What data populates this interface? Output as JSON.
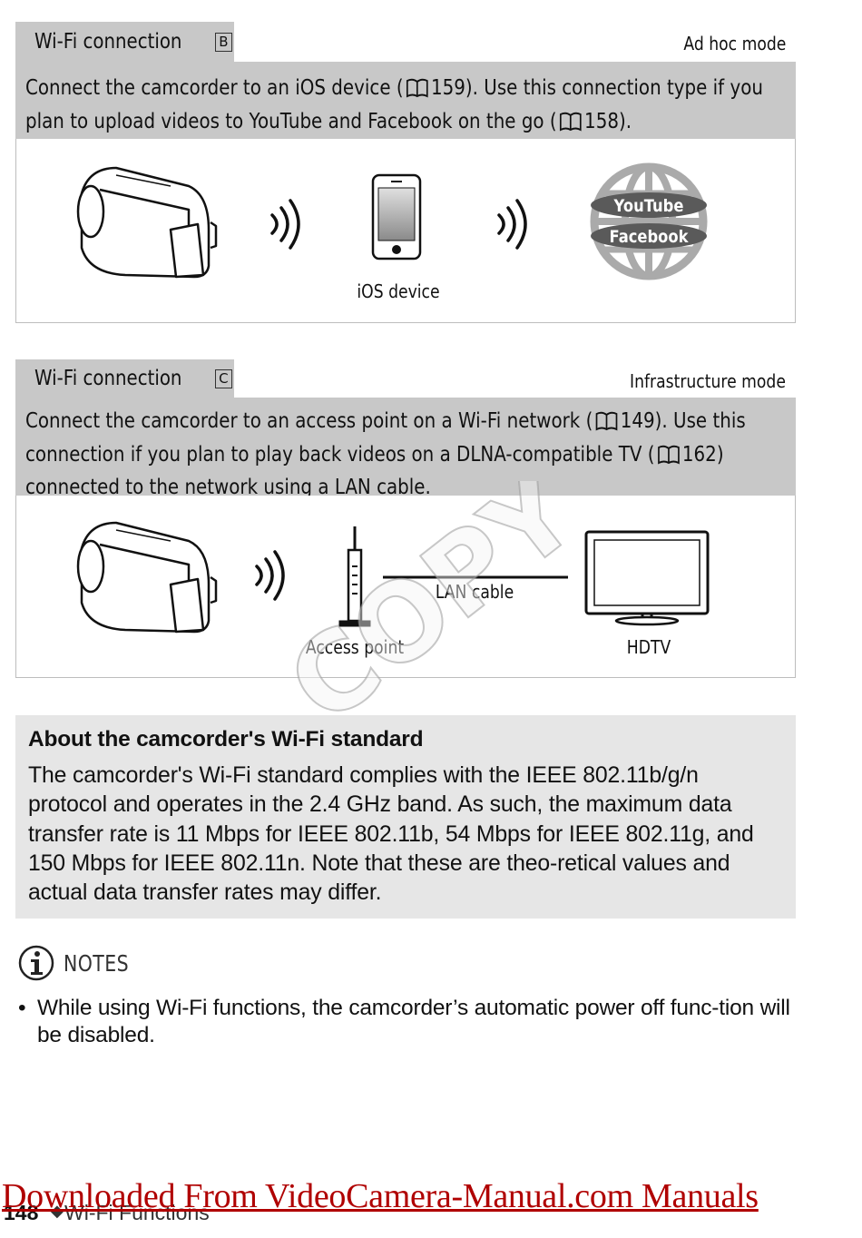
{
  "block_b": {
    "tab_label": "Wi-Fi connection",
    "tab_letter": "B",
    "mode": "Ad hoc mode",
    "desc_part1": "Connect the camcorder to an iOS device (",
    "ref1": "159",
    "desc_part2": "). Use this connection type if you plan to upload videos to YouTube and Facebook on the go (",
    "ref2": "158",
    "desc_part3": ").",
    "device_label": "iOS device",
    "globe_label_1": "YouTube",
    "globe_label_2": "Facebook"
  },
  "block_c": {
    "tab_label": "Wi-Fi connection",
    "tab_letter": "C",
    "mode": "Infrastructure mode",
    "desc_part1": "Connect the camcorder to an access point on a Wi-Fi network (",
    "ref1": "149",
    "desc_part2": "). Use this connection if you plan to play back videos on a DLNA-compatible TV (",
    "ref2": "162",
    "desc_part3": ") connected to the network using a LAN cable.",
    "cable_label": "LAN cable",
    "ap_label": "Access point",
    "tv_label": "HDTV"
  },
  "about": {
    "title": "About the camcorder's Wi-Fi standard",
    "body": "The camcorder's Wi-Fi standard complies with the IEEE 802.11b/g/n protocol and operates in the 2.4 GHz band. As such, the maximum data transfer rate is 11 Mbps for IEEE 802.11b, 54 Mbps for IEEE 802.11g, and 150 Mbps for IEEE 802.11n. Note that these are theo-retical values and actual data transfer rates may differ."
  },
  "notes": {
    "title": "NOTES",
    "bullet": "•",
    "items": [
      "While using Wi-Fi functions, the camcorder’s automatic power off func-tion will be disabled."
    ]
  },
  "footer": {
    "page_number": "148",
    "separator": "◆",
    "section": "Wi-Fi Functions",
    "download_link": "Downloaded From VideoCamera-Manual.com Manuals"
  },
  "watermark": {
    "text": "COPY"
  },
  "colors": {
    "gray_band": "#c8c8c8",
    "about_bg": "#e6e6e6",
    "link": "#b00000"
  }
}
